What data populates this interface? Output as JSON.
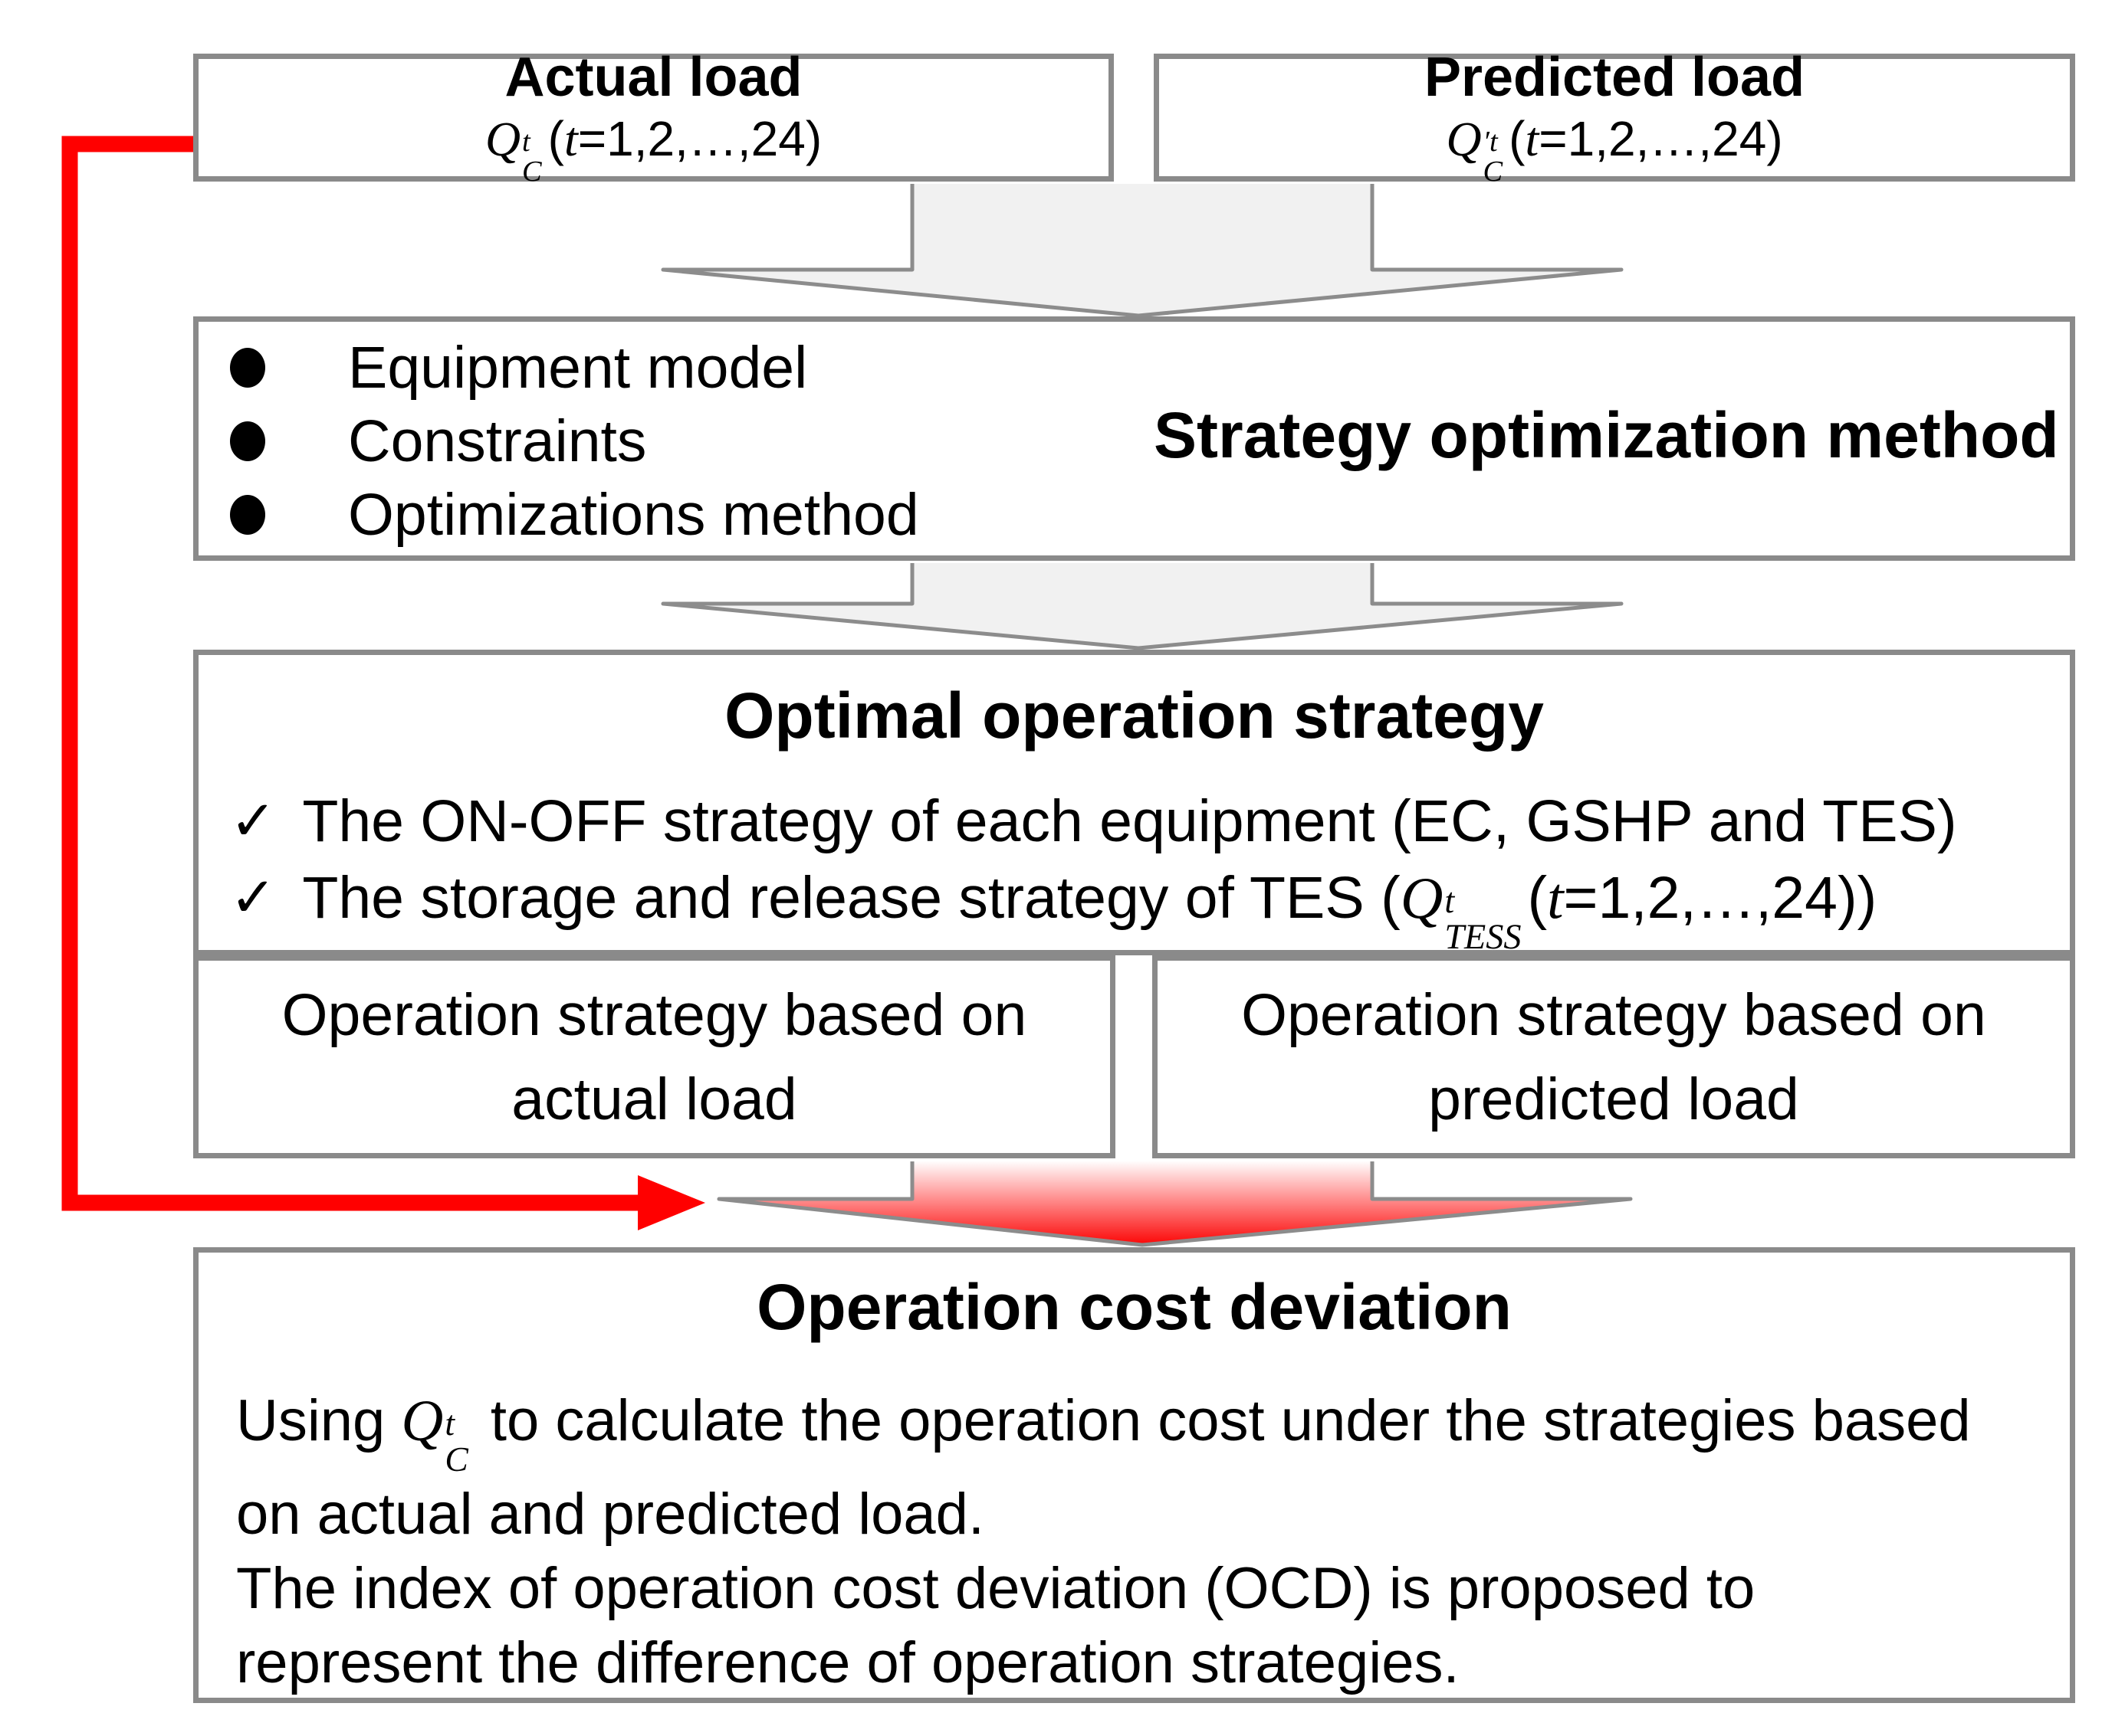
{
  "colors": {
    "box_border": "#8a8a8a",
    "arrow_fill": "#f1f1f1",
    "arrow_border": "#8c8c8c",
    "red": "#ff0000"
  },
  "load_boxes": {
    "actual": {
      "title": "Actual load",
      "formula": {
        "base": "Q",
        "sup": "t",
        "sub": "C",
        "open": "(",
        "var": "t",
        "rest": "=1,2,…,24)"
      }
    },
    "predicted": {
      "title": "Predicted load",
      "formula": {
        "base": "Q",
        "sup": "′t",
        "sub": "C",
        "open": "(",
        "var": "t",
        "rest": "=1,2,…,24)"
      }
    }
  },
  "method_box": {
    "bullets": [
      "Equipment model",
      "Constraints",
      "Optimizations method"
    ],
    "label": "Strategy optimization method"
  },
  "optimal_box": {
    "title": "Optimal operation strategy",
    "check_icon": "✓",
    "check1": "The ON-OFF strategy of each equipment (EC, GSHP and TES)",
    "check2": {
      "pre": "The storage and release strategy of TES (",
      "base": "Q",
      "sup": "t",
      "sub": "TESS",
      "open": "(",
      "var": "t",
      "rest": "=1,2,…,24))"
    }
  },
  "strategy_boxes": {
    "left": {
      "line1": "Operation strategy based on",
      "line2": "actual load"
    },
    "right": {
      "line1": "Operation strategy based on",
      "line2": "predicted load"
    }
  },
  "ocd_box": {
    "title": "Operation cost deviation",
    "line1_pre": "Using ",
    "formula": {
      "base": "Q",
      "sup": "t",
      "sub": "C"
    },
    "line1_post": " to calculate the operation cost under the strategies based",
    "line2": "on actual and predicted load.",
    "line3": "The index of operation cost deviation (OCD) is proposed to",
    "line4": "represent the difference of operation strategies."
  }
}
